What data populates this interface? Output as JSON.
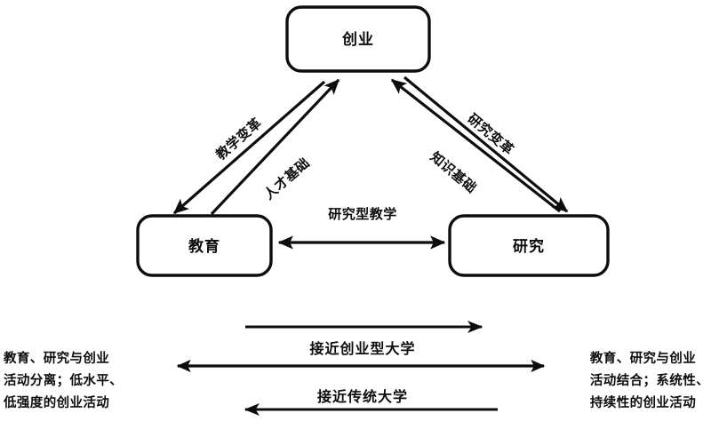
{
  "diagram": {
    "title_nodes": {
      "top": "创业",
      "left": "教育",
      "right": "研究"
    },
    "edge_labels": {
      "left_outer": "教学变革",
      "left_inner": "人才基础",
      "right_outer": "研究变革",
      "right_inner": "知识基础",
      "middle": "研究型教学"
    },
    "flow_labels": {
      "toward_entrepreneurial": "接近创业型大学",
      "toward_traditional": "接近传统大学"
    },
    "notes": {
      "left": [
        "教育、研究与创业",
        "活动分离；低水平、",
        "低强度的创业活动"
      ],
      "right": [
        "教育、研究与创业",
        "活动结合；系统性、",
        "持续性的创业活动"
      ]
    },
    "colors": {
      "ink": "#0d0d0d",
      "background": "#ffffff"
    }
  }
}
